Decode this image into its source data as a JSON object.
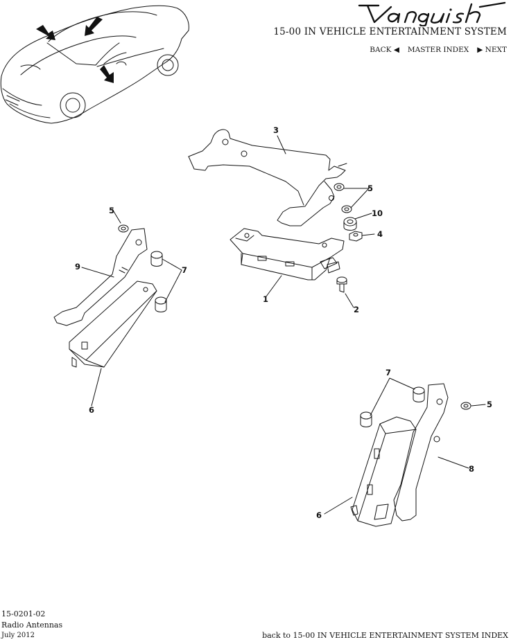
{
  "header": {
    "brand": "Vanquish",
    "title": "15-00 IN VEHICLE ENTERTAINMENT SYSTEM",
    "nav": {
      "back": "BACK",
      "master_index": "MASTER INDEX",
      "next": "NEXT"
    }
  },
  "diagram": {
    "callouts": [
      {
        "label": "3",
        "part": "mounting-bracket"
      },
      {
        "label": "5",
        "part": "washer"
      },
      {
        "label": "5",
        "part": "washer"
      },
      {
        "label": "10",
        "part": "spacer"
      },
      {
        "label": "4",
        "part": "nut"
      },
      {
        "label": "1",
        "part": "antenna-amplifier"
      },
      {
        "label": "2",
        "part": "screw"
      },
      {
        "label": "9",
        "part": "bracket"
      },
      {
        "label": "7",
        "part": "grommet"
      },
      {
        "label": "6",
        "part": "antenna-module"
      },
      {
        "label": "7",
        "part": "grommet"
      },
      {
        "label": "5",
        "part": "washer"
      },
      {
        "label": "8",
        "part": "bracket"
      },
      {
        "label": "6",
        "part": "antenna-module"
      }
    ]
  },
  "footer": {
    "code": "15-0201-02",
    "name": "Radio Antennas",
    "date": "July 2012",
    "back_link": "back to 15-00 IN VEHICLE ENTERTAINMENT SYSTEM INDEX"
  }
}
